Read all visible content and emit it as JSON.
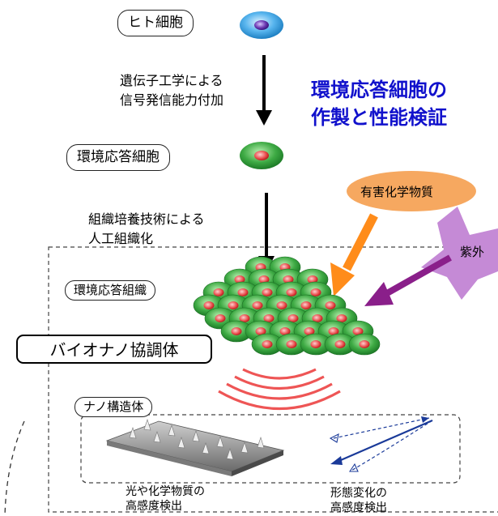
{
  "labels": {
    "human_cell": "ヒト細胞",
    "step1_line1": "遺伝子工学による",
    "step1_line2": "信号発信能力付加",
    "responsive_cell": "環境応答細胞",
    "title_line1": "環境応答細胞の",
    "title_line2": "作製と性能検証",
    "step2_line1": "組織培養技術による",
    "step2_line2": "人工組織化",
    "harmful_chemical": "有害化学物質",
    "uv": "紫外",
    "responsive_tissue": "環境応答組織",
    "bio_nano": "バイオナノ協調体",
    "nano_structure": "ナノ構造体",
    "cap1_line1": "光や化学物質の",
    "cap1_line2": "高感度検出",
    "cap2_line1": "形態変化の",
    "cap2_line2": "高感度検出"
  },
  "colors": {
    "title_blue": "#1111cc",
    "human_cell_outer": "#3aa0e0",
    "human_cell_nucleus": "#5a2a9a",
    "responsive_cell_outer": "#2e9a3a",
    "responsive_cell_nucleus": "#e84a4a",
    "chemical_badge": "#f6a860",
    "uv_star": "#c58ad6",
    "arrow_orange": "#ff8c1a",
    "arrow_purple": "#8a1f8a",
    "signal_wave": "#ee5555",
    "tilt_arrow": "#1a3a99"
  }
}
